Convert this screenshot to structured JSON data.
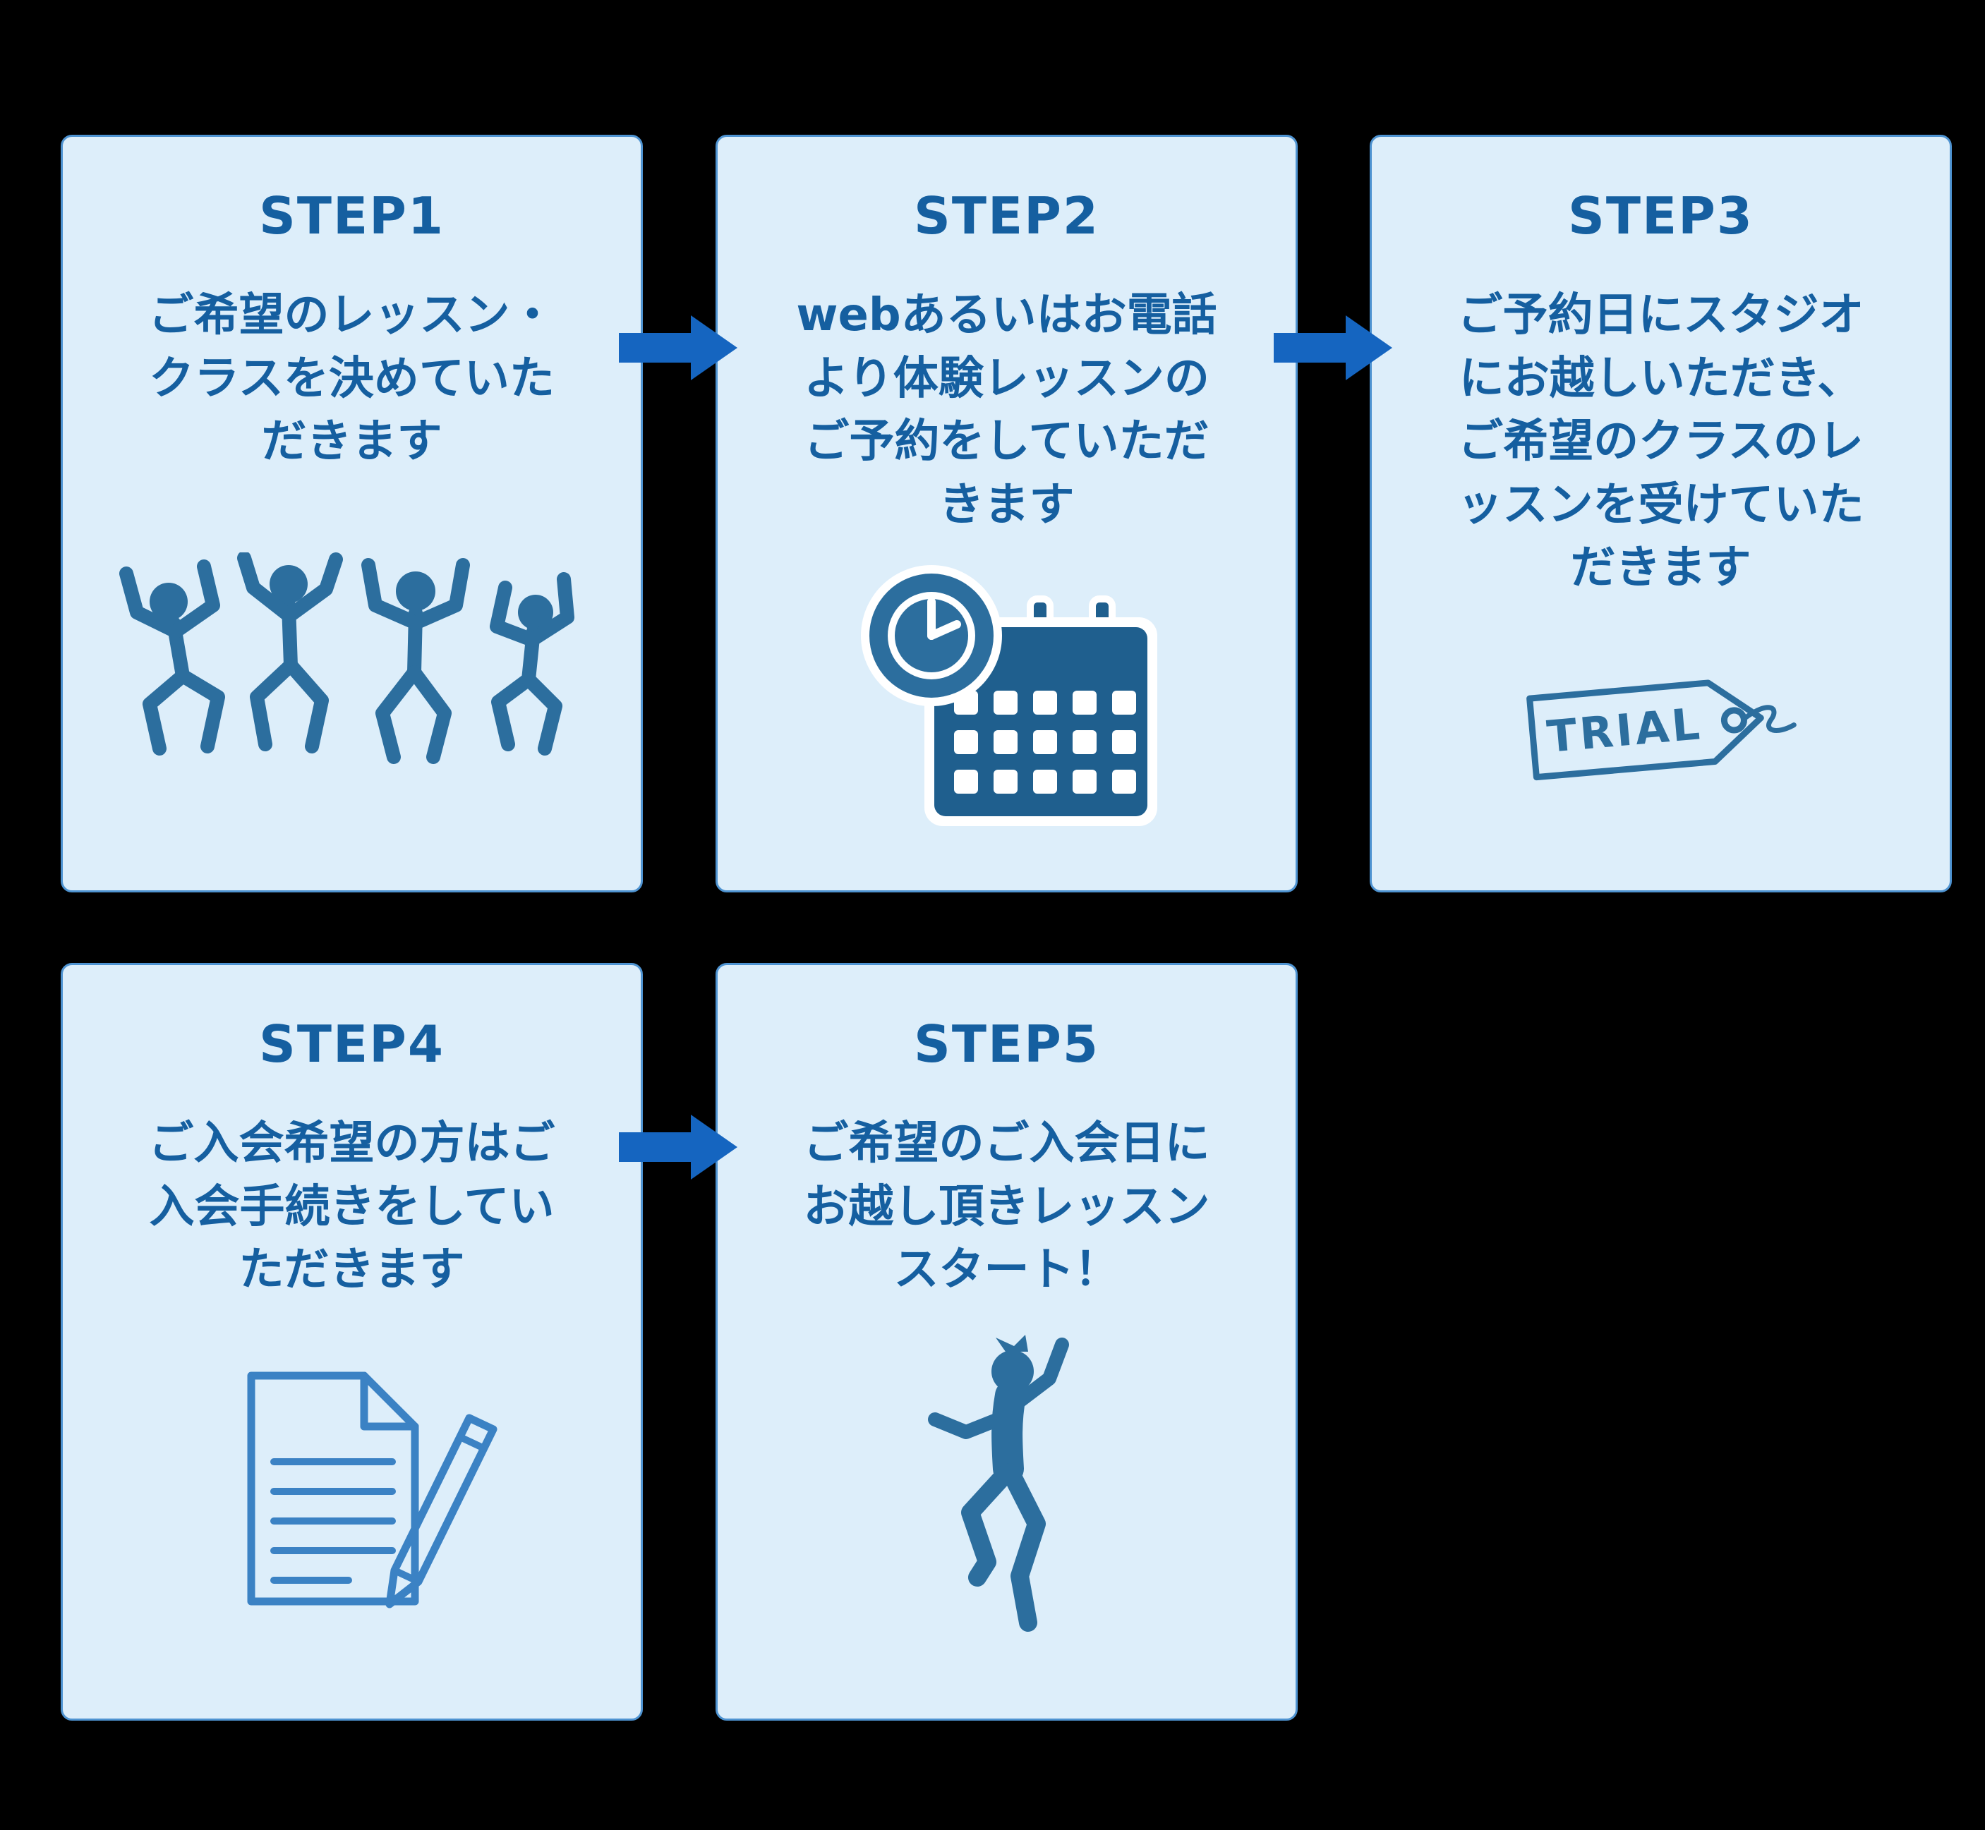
{
  "colors": {
    "card-bg": "#ddeefa",
    "card-border": "#4e93d1",
    "text": "#155fa0",
    "arrow": "#1565c0",
    "icon": "#2c6e9e",
    "icon-dark": "#1f5f8e",
    "icon-outline": "#3b82c4"
  },
  "steps": [
    {
      "label": "STEP1",
      "description": "ご希望のレッスン・\nクラスを決めていた\nだきます",
      "icon": "dancing-people-icon"
    },
    {
      "label": "STEP2",
      "description": "webあるいはお電話\nより体験レッスンの\nご予約をしていただ\nきます",
      "icon": "clock-calendar-icon"
    },
    {
      "label": "STEP3",
      "description": "ご予約日にスタジオ\nにお越しいただき、\nご希望のクラスのレ\nッスンを受けていた\nだきます",
      "icon": "trial-tag-icon",
      "icon_text": "TRIAL"
    },
    {
      "label": "STEP4",
      "description": "ご入会希望の方はご\n入会手続きをしてい\nただきます",
      "icon": "document-pencil-icon"
    },
    {
      "label": "STEP5",
      "description": "ご希望のご入会日に\nお越し頂きレッスン\nスタート！",
      "icon": "dancer-silhouette-icon"
    }
  ]
}
